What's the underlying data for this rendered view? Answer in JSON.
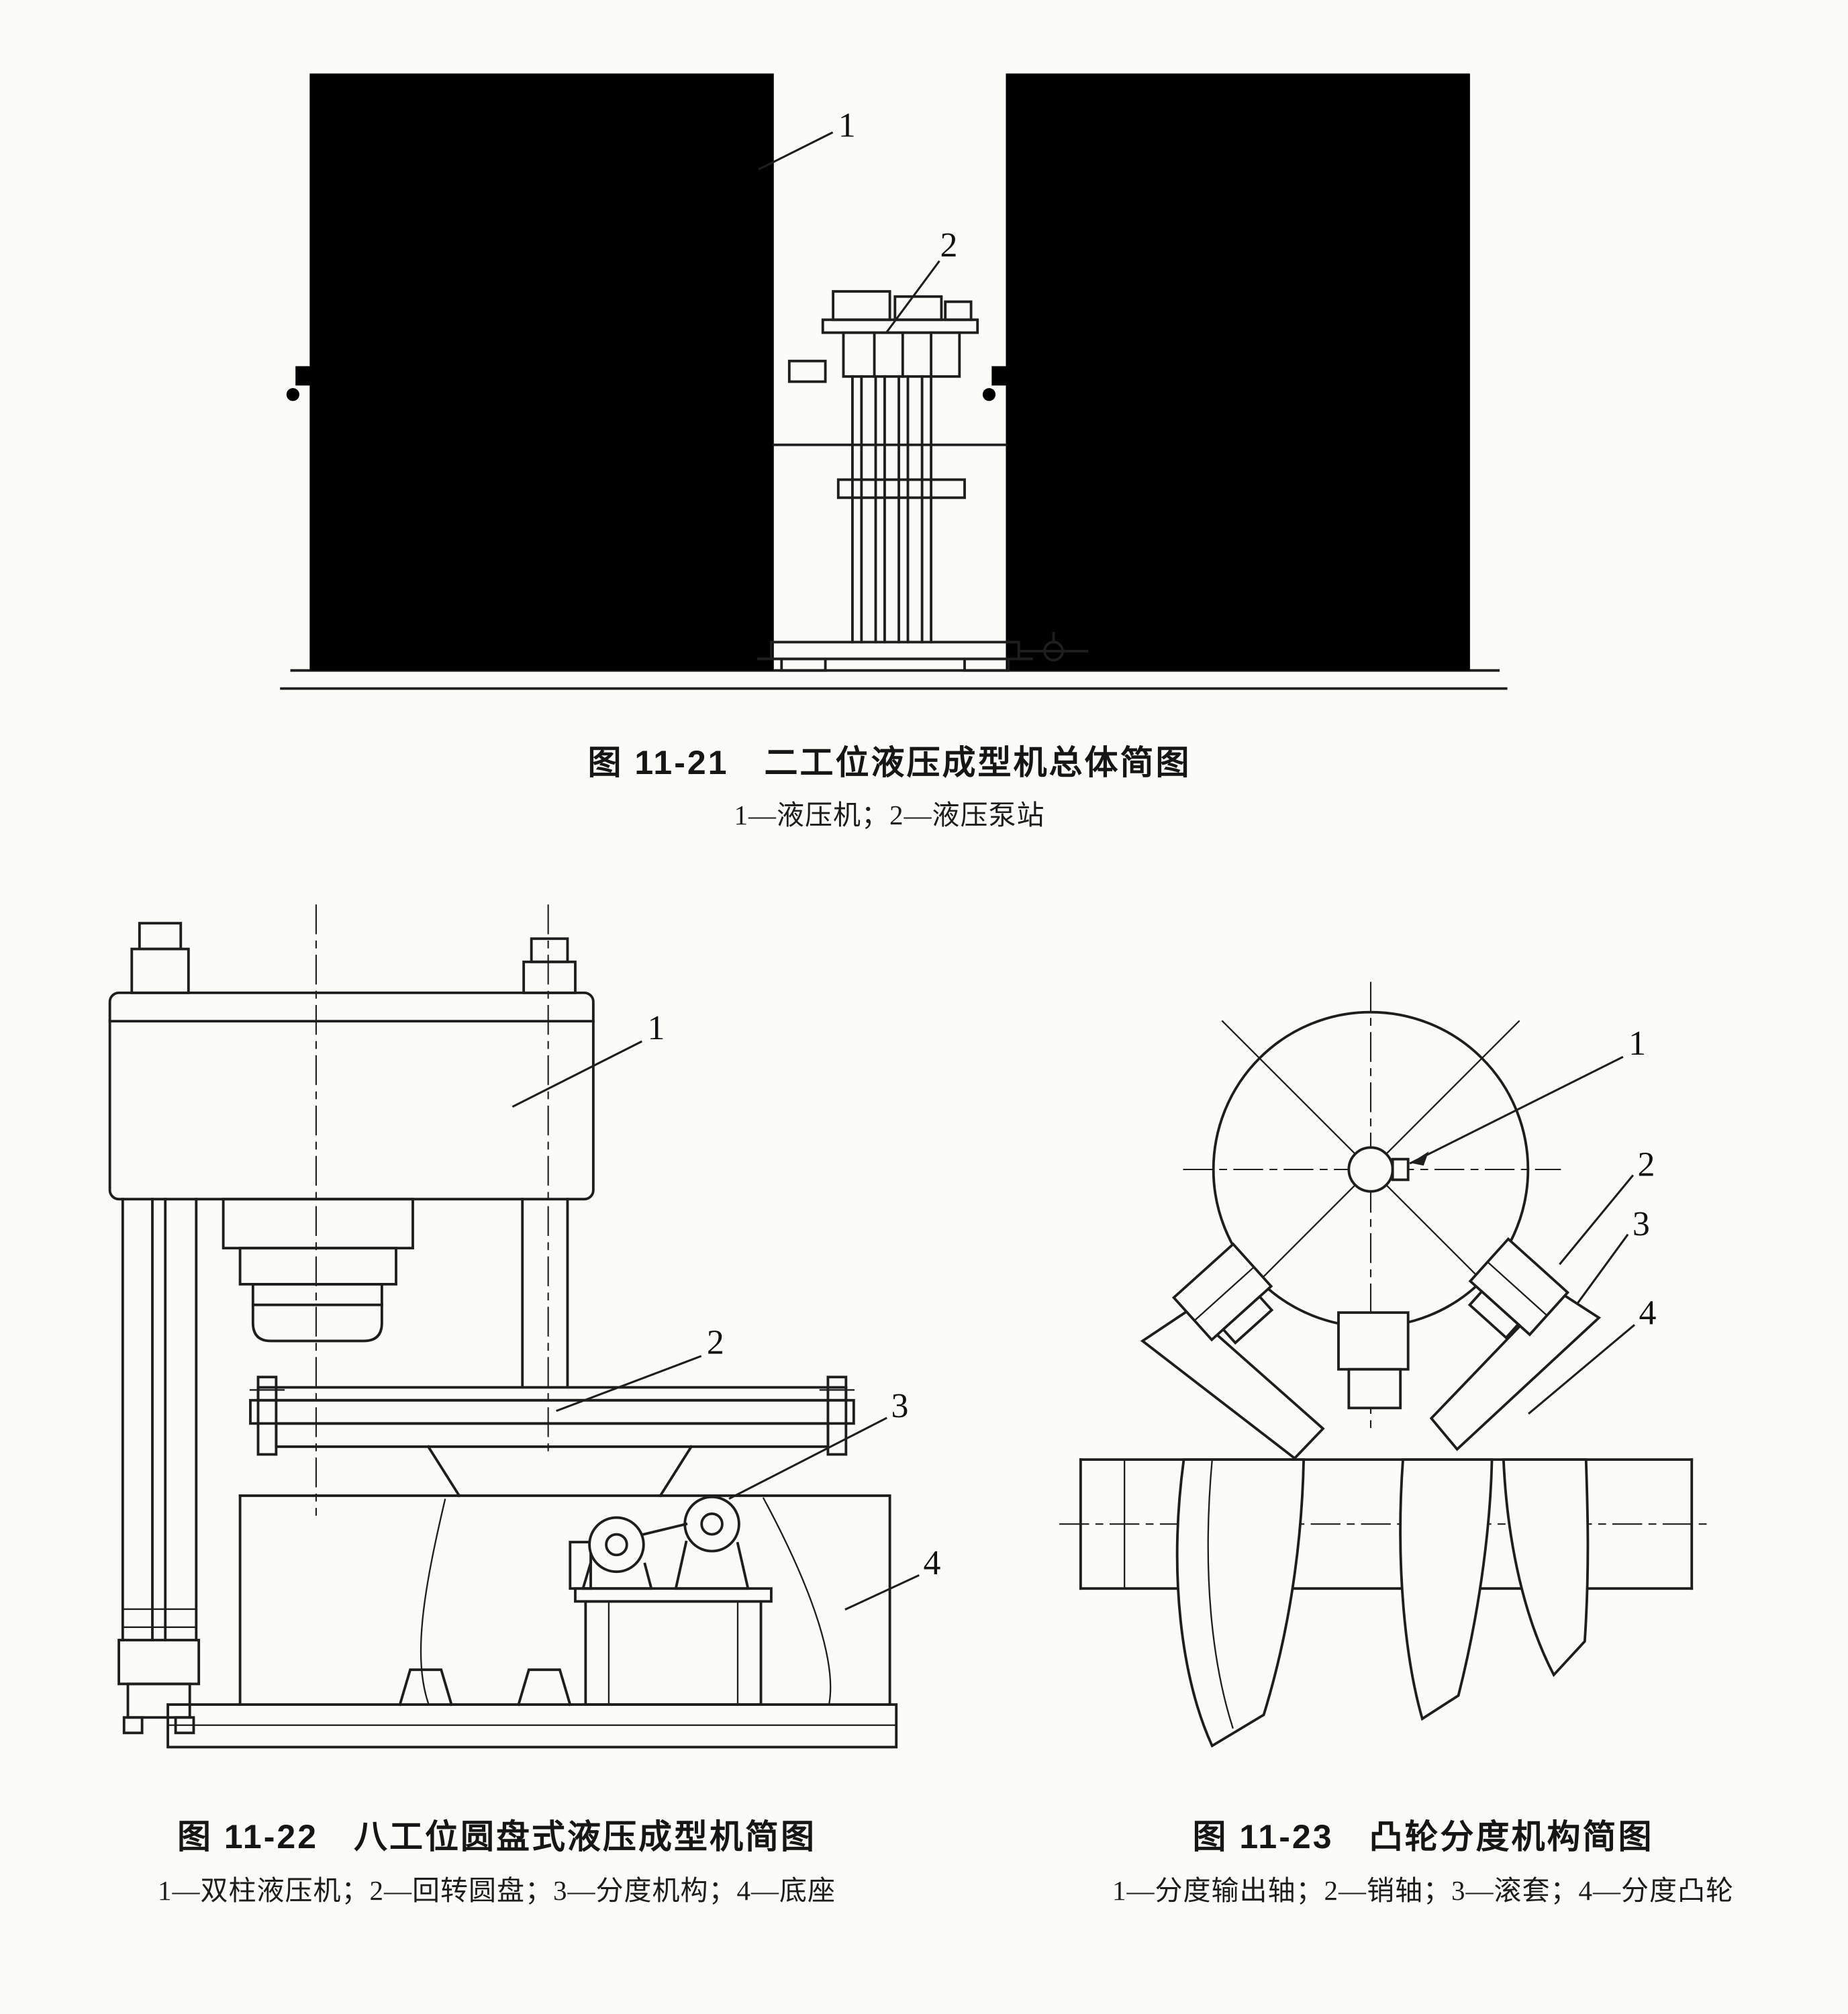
{
  "page": {
    "paper_color": "#fbfbf8",
    "ink_color": "#1e1e1e"
  },
  "figures": [
    {
      "id": "fig-11-21",
      "caption": "图 11-21　二工位液压成型机总体简图",
      "legend": "1—液压机；2—液压泵站",
      "callouts": [
        "1",
        "2"
      ]
    },
    {
      "id": "fig-11-22",
      "caption": "图 11-22　八工位圆盘式液压成型机简图",
      "legend": "1—双柱液压机；2—回转圆盘；3—分度机构；4—底座",
      "callouts": [
        "1",
        "2",
        "3",
        "4"
      ]
    },
    {
      "id": "fig-11-23",
      "caption": "图 11-23　凸轮分度机构简图",
      "legend": "1—分度输出轴；2—销轴；3—滚套；4—分度凸轮",
      "callouts": [
        "1",
        "2",
        "3",
        "4"
      ]
    }
  ]
}
